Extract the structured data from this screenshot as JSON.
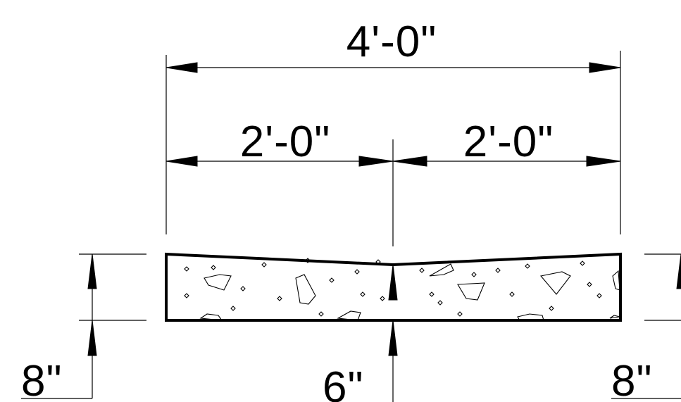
{
  "dimensions": {
    "overall_width": "4'-0\"",
    "left_half_width": "2'-0\"",
    "right_half_width": "2'-0\"",
    "left_edge_thickness": "8\"",
    "center_thickness": "6\"",
    "right_edge_thickness": "8\""
  }
}
